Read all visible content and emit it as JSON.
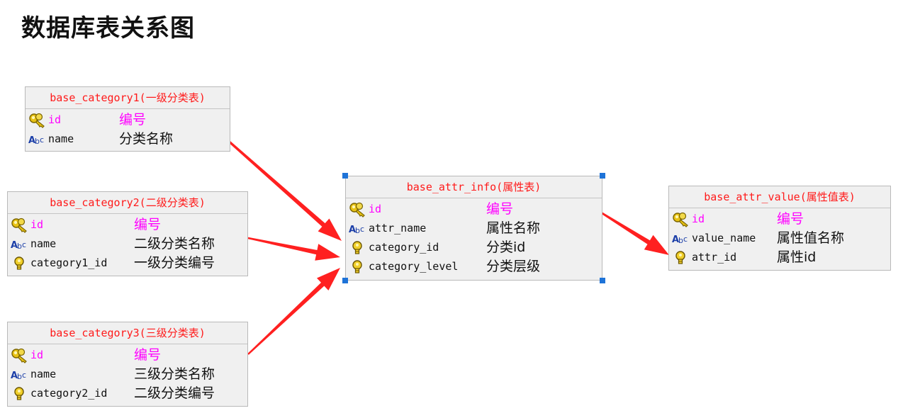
{
  "page_title": "数据库表关系图",
  "colors": {
    "header_text": "#ff1a1a",
    "pk_text": "#ff00ff",
    "field_text": "#111111",
    "arrow": "#ff2020",
    "selection_handle": "#1e73d8",
    "table_bg": "#f0f0f0",
    "table_border": "#b9b9b9"
  },
  "tables": [
    {
      "id": "cat1",
      "title": "base_category1(一级分类表)",
      "rows": [
        {
          "name": "id",
          "comment": "编号",
          "icon": "primary-key-icon",
          "pk": true
        },
        {
          "name": "name",
          "comment": "分类名称",
          "icon": "text-field-icon",
          "pk": false
        }
      ]
    },
    {
      "id": "cat2",
      "title": "base_category2(二级分类表)",
      "rows": [
        {
          "name": "id",
          "comment": "编号",
          "icon": "primary-key-icon",
          "pk": true
        },
        {
          "name": "name",
          "comment": "二级分类名称",
          "icon": "text-field-icon",
          "pk": false
        },
        {
          "name": "category1_id",
          "comment": "一级分类编号",
          "icon": "foreign-key-icon",
          "pk": false
        }
      ]
    },
    {
      "id": "cat3",
      "title": "base_category3(三级分类表)",
      "rows": [
        {
          "name": "id",
          "comment": "编号",
          "icon": "primary-key-icon",
          "pk": true
        },
        {
          "name": "name",
          "comment": "三级分类名称",
          "icon": "text-field-icon",
          "pk": false
        },
        {
          "name": "category2_id",
          "comment": "二级分类编号",
          "icon": "foreign-key-icon",
          "pk": false
        }
      ]
    },
    {
      "id": "attr_info",
      "title": "base_attr_info(属性表)",
      "selected": true,
      "rows": [
        {
          "name": "id",
          "comment": "编号",
          "icon": "primary-key-icon",
          "pk": true
        },
        {
          "name": "attr_name",
          "comment": "属性名称",
          "icon": "text-field-icon",
          "pk": false
        },
        {
          "name": "category_id",
          "comment": "分类id",
          "icon": "foreign-key-icon",
          "pk": false
        },
        {
          "name": "category_level",
          "comment": "分类层级",
          "icon": "foreign-key-icon",
          "pk": false
        }
      ]
    },
    {
      "id": "attr_value",
      "title": "base_attr_value(属性值表)",
      "rows": [
        {
          "name": "id",
          "comment": "编号",
          "icon": "primary-key-icon",
          "pk": true
        },
        {
          "name": "value_name",
          "comment": "属性值名称",
          "icon": "text-field-icon",
          "pk": false
        },
        {
          "name": "attr_id",
          "comment": "属性id",
          "icon": "foreign-key-icon",
          "pk": false
        }
      ]
    }
  ],
  "relationships": [
    {
      "from": "cat1",
      "to": "attr_info"
    },
    {
      "from": "cat2",
      "to": "attr_info"
    },
    {
      "from": "cat3",
      "to": "attr_info"
    },
    {
      "from": "attr_info",
      "to": "attr_value"
    }
  ]
}
